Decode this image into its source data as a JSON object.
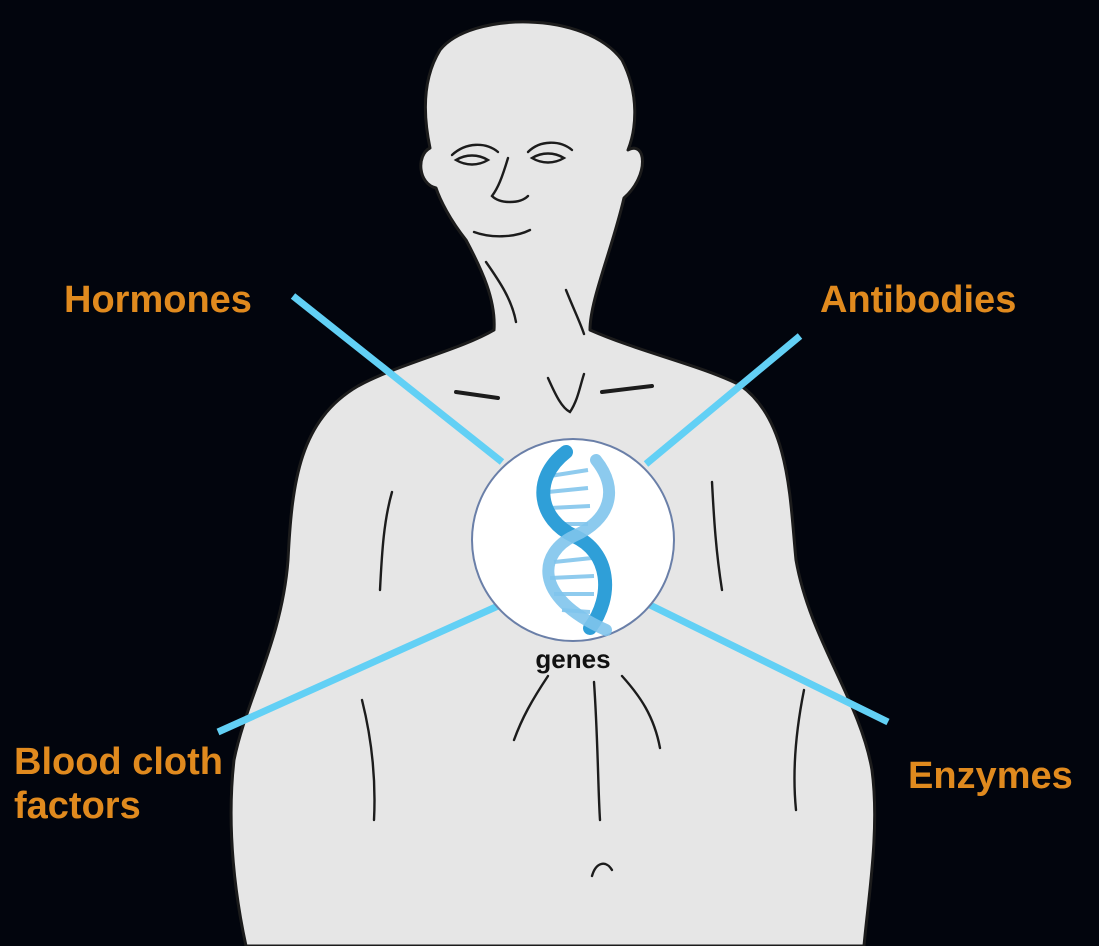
{
  "labels": {
    "hormones": "Hormones",
    "antibodies": "Antibodies",
    "blood_line1": "Blood cloth",
    "blood_line2": "factors",
    "enzymes": "Enzymes",
    "genes": "genes"
  },
  "colors": {
    "background": "#02050d",
    "label": "#e08a1e",
    "connector": "#62d0f5",
    "body_fill": "#e6e6e6",
    "body_outline": "#1c1c1c",
    "dna": "#3aa6dc"
  },
  "icons": {
    "dna": "dna-double-helix-icon"
  }
}
